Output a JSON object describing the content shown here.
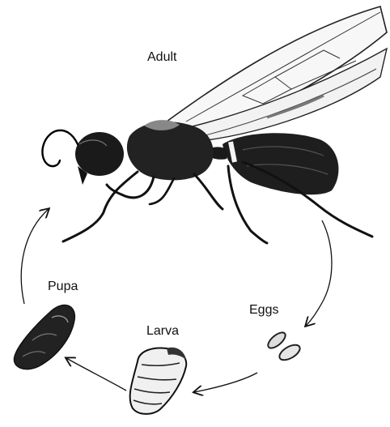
{
  "diagram": {
    "labels": {
      "adult": "Adult",
      "eggs": "Eggs",
      "larva": "Larva",
      "pupa": "Pupa"
    },
    "colors": {
      "ink": "#111111",
      "background": "#ffffff"
    },
    "icons": [
      "wasp-adult-icon",
      "eggs-icon",
      "larva-icon",
      "pupa-icon",
      "cycle-arrow-icon"
    ]
  }
}
